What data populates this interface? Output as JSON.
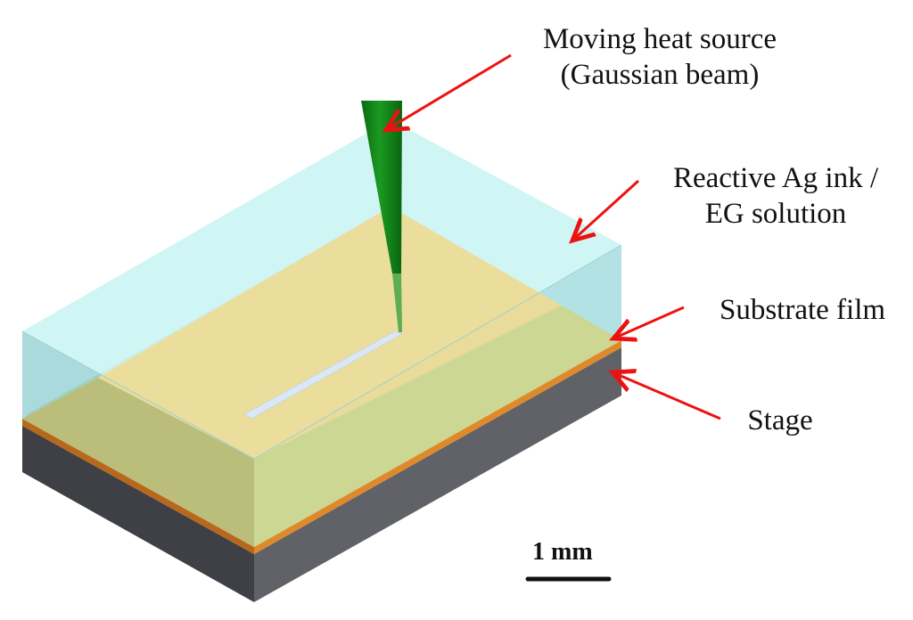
{
  "figure": {
    "title": "Schematic of laser direct writing of reactive Ag ink with moving Gaussian heat source",
    "colors": {
      "liquid_top": "#d3f6f6",
      "liquid_side_left": "#a6d8d9",
      "liquid_side_right": "#a9dfe0",
      "substrate_yellow_top": "#eedc96",
      "substrate_front": "#cdd790",
      "substrate_left": "#bdbb72",
      "orange_film": "#e0892a",
      "stage_front": "#5e6066",
      "stage_left": "#3f4045",
      "beam_green": "#117d17",
      "track_silver": "#dbe8f4",
      "arrow_red": "#ee1111"
    }
  },
  "labels": {
    "heat_source_line1": "Moving heat source",
    "heat_source_line2": "(Gaussian beam)",
    "ink_line1": "Reactive Ag ink /",
    "ink_line2": "EG solution",
    "substrate": "Substrate film",
    "stage": "Stage"
  },
  "scale_bar": {
    "label": "1 mm"
  }
}
